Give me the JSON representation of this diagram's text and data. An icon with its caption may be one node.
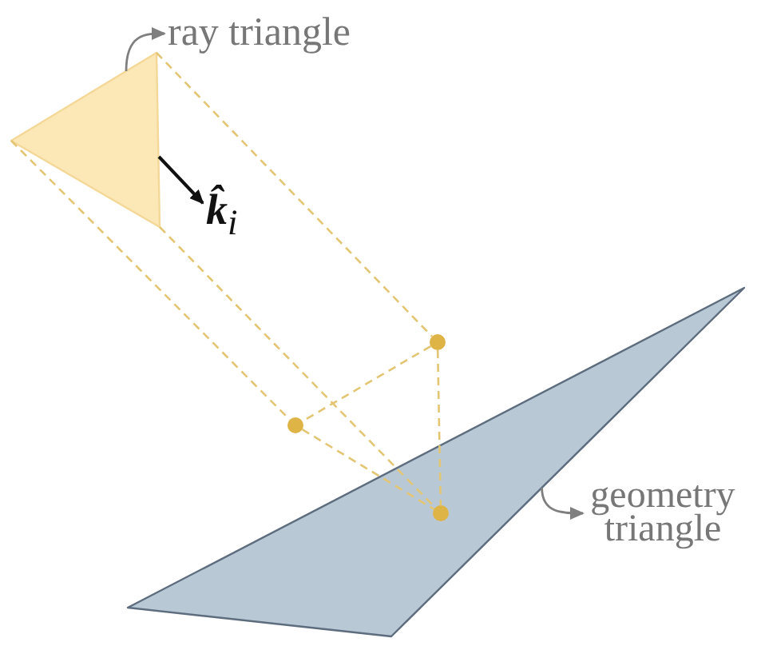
{
  "diagram": {
    "nodes": [
      {
        "text": [
          "ray triangle"
        ]
      },
      {
        "text": [],
        "shape": "triangle"
      },
      {
        "text": [],
        "shape": "circle"
      },
      {
        "text": [],
        "shape": "circle"
      },
      {
        "text": [],
        "shape": "triangle"
      },
      {
        "text": [],
        "shape": "circle",
        "in": 4
      },
      {
        "text": [
          "geometry triangle"
        ]
      }
    ],
    "edges": [
      {
        "from": 1,
        "to": 0,
        "arrow": "to",
        "color": "#7f7f7f"
      },
      {
        "from": 1,
        "to": 2,
        "arrow": "none",
        "style": "dashed"
      },
      {
        "from": 1,
        "to": 3,
        "arrow": "none",
        "style": "dashed"
      },
      {
        "from": 1,
        "to": 5,
        "arrow": "none",
        "style": "dashed"
      },
      {
        "from": 2,
        "to": 3,
        "arrow": "none",
        "style": "dashed"
      },
      {
        "from": 2,
        "to": 5,
        "arrow": "none",
        "style": "dashed"
      },
      {
        "from": 3,
        "to": 5,
        "arrow": "none",
        "style": "dashed"
      },
      {
        "from": 4,
        "to": 6,
        "arrow": "to",
        "color": "#7f7f7f"
      }
    ],
    "labels": [
      "**k̂**$_{i}$"
    ]
  }
}
